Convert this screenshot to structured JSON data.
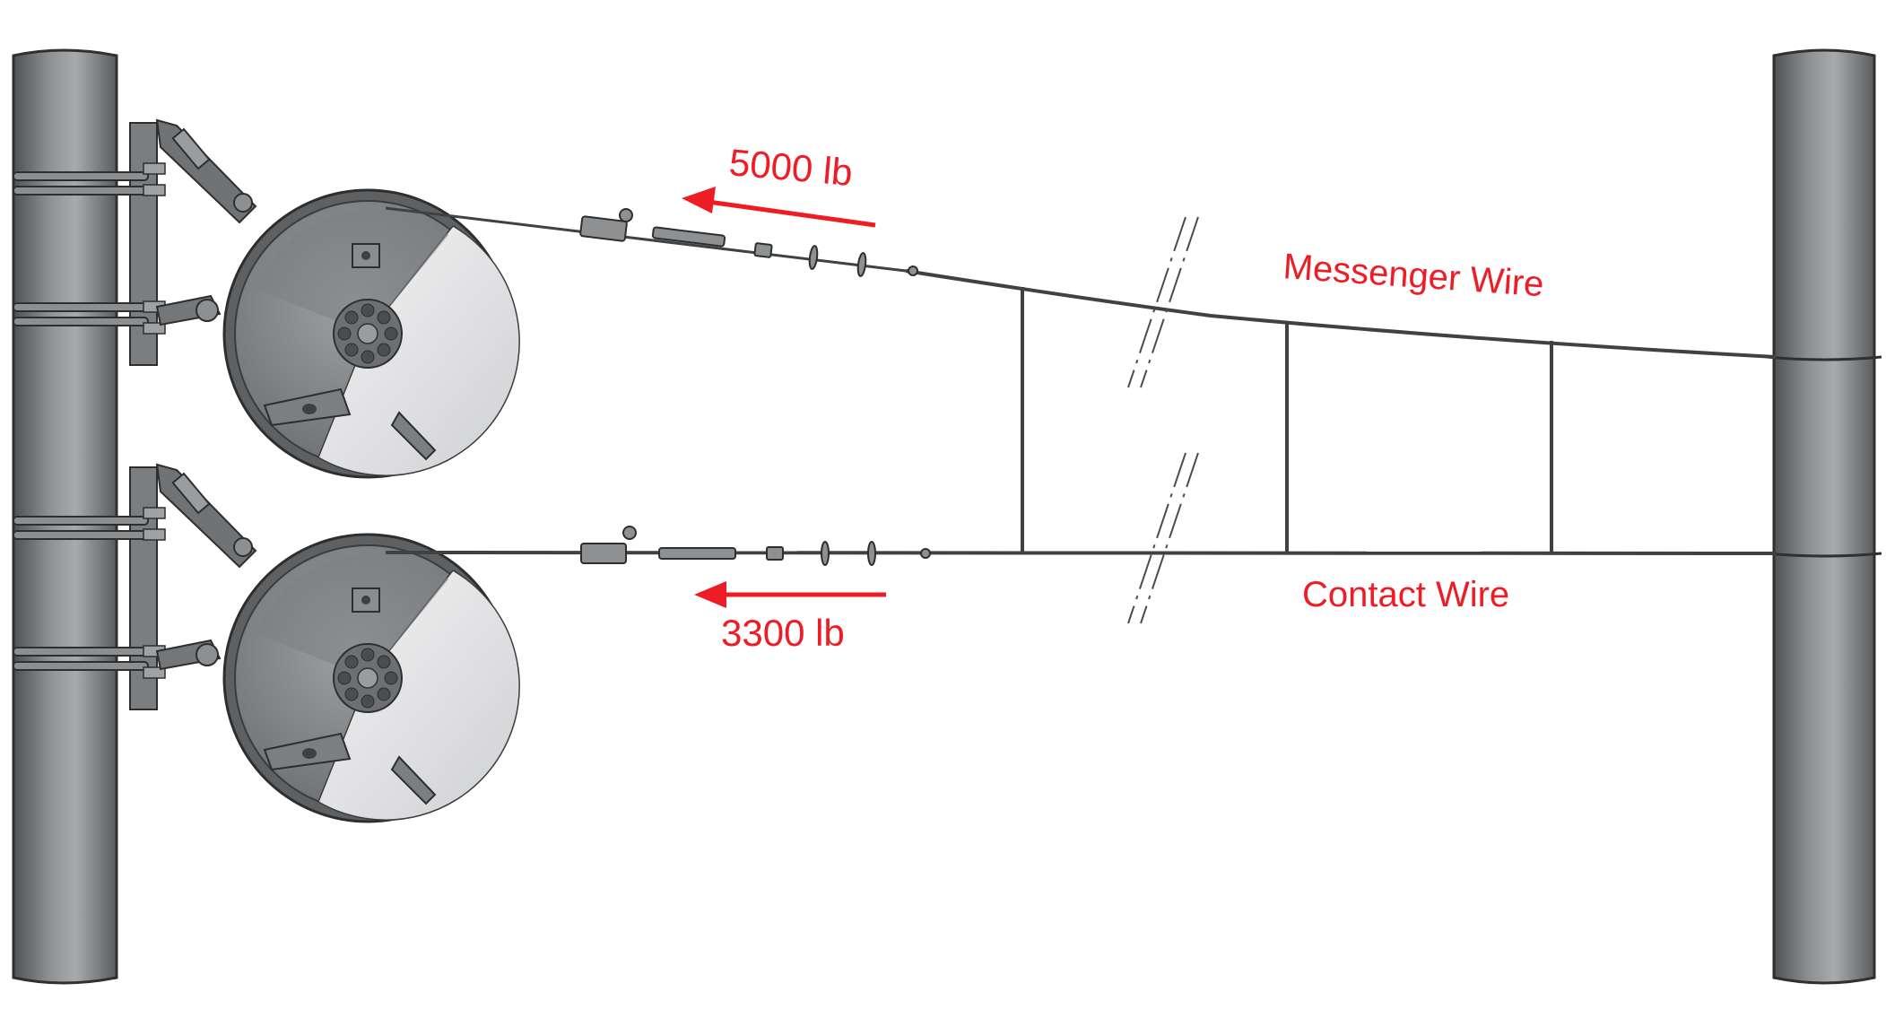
{
  "labels": {
    "messenger_tension": "5000 lb",
    "contact_tension": "3300 lb",
    "messenger_wire": "Messenger Wire",
    "contact_wire": "Contact Wire"
  },
  "colors": {
    "annotation": "#ee1c25",
    "pole_dark": "#5d5f61",
    "pole_light": "#a6a8aa",
    "wheel_rim": "#6a6c6e",
    "wheel_face": "#8f9193",
    "dial": "#e2e3e4",
    "wire": "#3f4143"
  },
  "icons": {
    "tension_arrow": "arrow-left-icon",
    "break_mark": "double-slash-break-icon",
    "tensioner": "spring-balance-wheel-icon"
  },
  "components": [
    "left-pole",
    "right-pole",
    "messenger-tensioner-wheel",
    "contact-tensioner-wheel",
    "messenger-wire",
    "contact-wire",
    "droppers",
    "insulators"
  ]
}
